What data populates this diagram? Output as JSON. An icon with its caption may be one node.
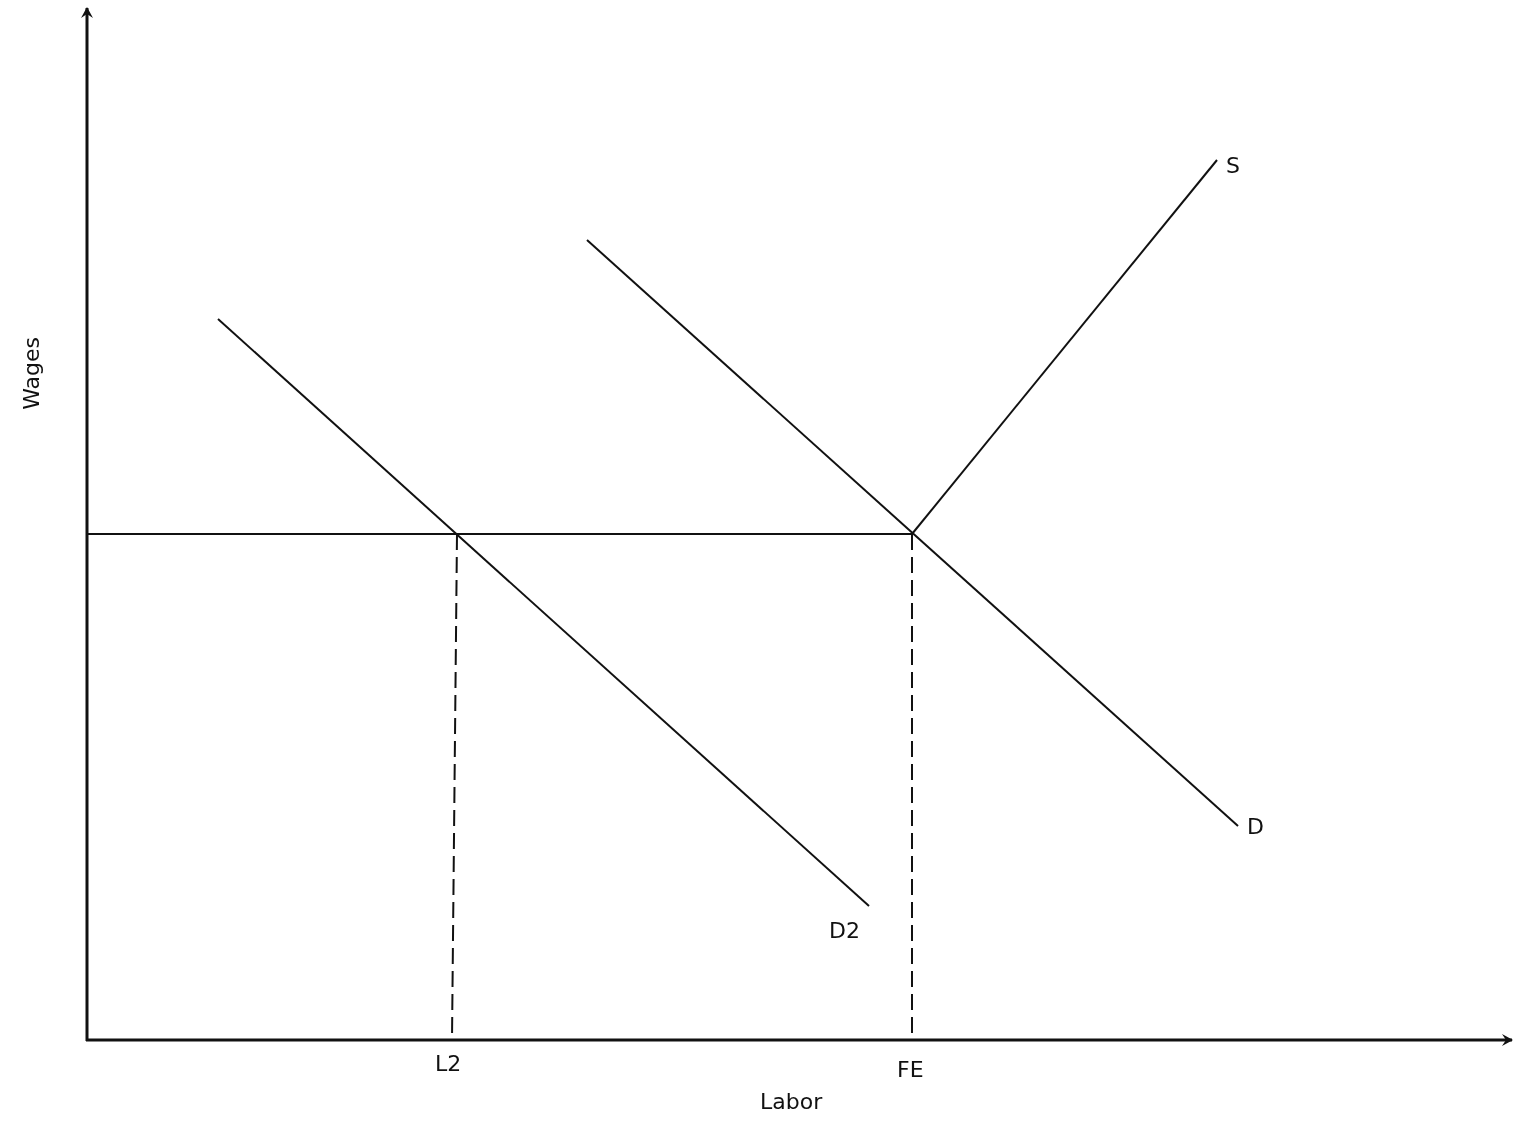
{
  "diagram": {
    "labels": [
      "S",
      "Wages",
      "D",
      "D2",
      "L2",
      "FE",
      "Labor"
    ]
  }
}
